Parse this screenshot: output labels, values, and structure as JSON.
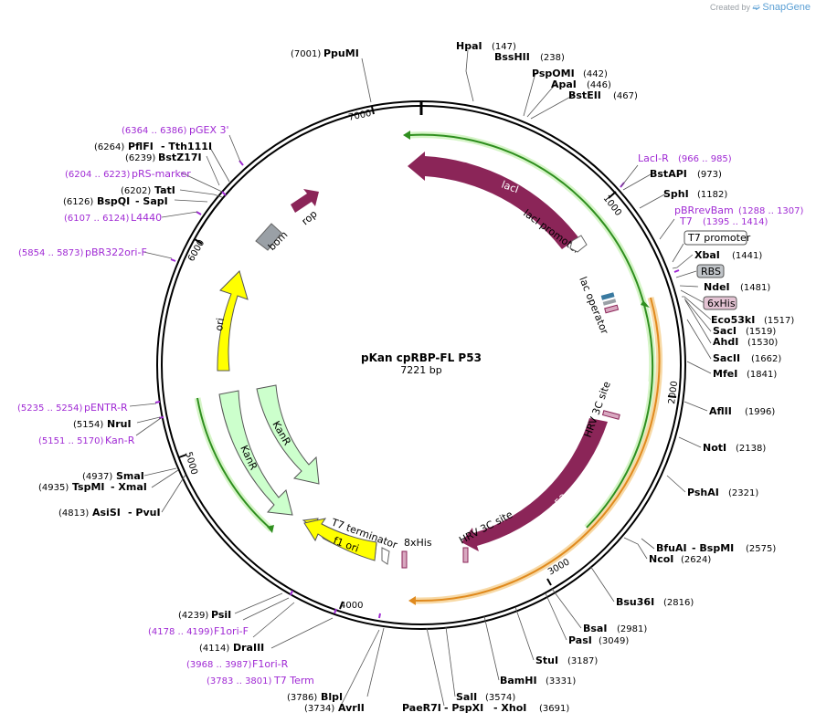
{
  "brand": {
    "created_by": "Created by",
    "app": "SnapGene"
  },
  "plasmid": {
    "name": "pKan cpRBP-FL P53",
    "size": "7221 bp"
  },
  "ticks": [
    "1000",
    "2000",
    "3000",
    "4000",
    "5000",
    "6000",
    "7000"
  ],
  "enzymes": {
    "ppumi": {
      "name": "PpuMI",
      "pos": "(7001)"
    },
    "hpai": {
      "name": "HpaI",
      "pos": "(147)"
    },
    "bsshii": {
      "name": "BssHII",
      "pos": "(238)"
    },
    "pspomi": {
      "name": "PspOMI",
      "pos": "(442)"
    },
    "apai": {
      "name": "ApaI",
      "pos": "(446)"
    },
    "bsteii": {
      "name": "BstEII",
      "pos": "(467)"
    },
    "bstapi": {
      "name": "BstAPI",
      "pos": "(973)"
    },
    "sphi": {
      "name": "SphI",
      "pos": "(1182)"
    },
    "xbai": {
      "name": "XbaI",
      "pos": "(1441)"
    },
    "ndei": {
      "name": "NdeI",
      "pos": "(1481)"
    },
    "eco53ki": {
      "name": "Eco53kI",
      "pos": "(1517)"
    },
    "saci": {
      "name": "SacI",
      "pos": "(1519)"
    },
    "ahdi": {
      "name": "AhdI",
      "pos": "(1530)"
    },
    "sacii": {
      "name": "SacII",
      "pos": "(1662)"
    },
    "mfei": {
      "name": "MfeI",
      "pos": "(1841)"
    },
    "aflii": {
      "name": "AflII",
      "pos": "(1996)"
    },
    "noti": {
      "name": "NotI",
      "pos": "(2138)"
    },
    "pshai": {
      "name": "PshAI",
      "pos": "(2321)"
    },
    "bfuai": {
      "name": "BfuAI",
      "name2": "- BspMI",
      "pos": "(2575)"
    },
    "ncoi": {
      "name": "NcoI",
      "pos": "(2624)"
    },
    "bsu36i": {
      "name": "Bsu36I",
      "pos": "(2816)"
    },
    "bsai": {
      "name": "BsaI",
      "pos": "(2981)"
    },
    "pasi": {
      "name": "PasI",
      "pos": "(3049)"
    },
    "stui": {
      "name": "StuI",
      "pos": "(3187)"
    },
    "bamhi": {
      "name": "BamHI",
      "pos": "(3331)"
    },
    "sali": {
      "name": "SalI",
      "pos": "(3574)"
    },
    "paer7i": {
      "name": "PaeR7I",
      "name2": "- PspXI",
      "name3": "- XhoI",
      "pos": "(3691)"
    },
    "blpi": {
      "name": "BlpI",
      "pos": "(3786)"
    },
    "avrii": {
      "name": "AvrII",
      "pos": "(3734)"
    },
    "draiii": {
      "name": "DraIII",
      "pos": "(4114)"
    },
    "psii": {
      "name": "PsiI",
      "pos": "(4239)"
    },
    "asisi": {
      "name": "AsiSI",
      "name2": "- PvuI",
      "pos": "(4813)"
    },
    "smai": {
      "name": "SmaI",
      "pos": "(4937)"
    },
    "tspmi": {
      "name": "TspMI",
      "name2": "- XmaI",
      "pos": "(4935)"
    },
    "nrui": {
      "name": "NruI",
      "pos": "(5154)"
    },
    "bspqi": {
      "name": "BspQI",
      "name2": "- SapI",
      "pos": "(6126)"
    },
    "tati": {
      "name": "TatI",
      "pos": "(6202)"
    },
    "bstz17i": {
      "name": "BstZ17I",
      "pos": "(6239)"
    },
    "pflfi": {
      "name": "PflFI",
      "name2": "- Tth111I",
      "pos": "(6264)"
    }
  },
  "primers": {
    "laci_r": {
      "name": "LacI-R",
      "pos": "(966 .. 985)"
    },
    "pbrrevbam": {
      "name": "pBRrevBam",
      "pos": "(1288 .. 1307)"
    },
    "t7": {
      "name": "T7",
      "pos": "(1395 .. 1414)"
    },
    "pgex3": {
      "name": "pGEX 3'",
      "pos": "(6364 .. 6386)"
    },
    "prs_marker": {
      "name": "pRS-marker",
      "pos": "(6204 .. 6223)"
    },
    "l4440": {
      "name": "L4440",
      "pos": "(6107 .. 6124)"
    },
    "pbr322ori_f": {
      "name": "pBR322ori-F",
      "pos": "(5854 .. 5873)"
    },
    "pentr_r": {
      "name": "pENTR-R",
      "pos": "(5235 .. 5254)"
    },
    "kan_r": {
      "name": "Kan-R",
      "pos": "(5151 .. 5170)"
    },
    "f1ori_f": {
      "name": "F1ori-F",
      "pos": "(4178 .. 4199)"
    },
    "f1ori_r": {
      "name": "F1ori-R",
      "pos": "(3968 .. 3987)"
    },
    "t7term": {
      "name": "T7 Term",
      "pos": "(3783 .. 3801)"
    }
  },
  "boxed_features": {
    "t7_promoter": "T7 promoter",
    "rbs": "RBS",
    "his6": "6xHis"
  },
  "features": {
    "laci": "lacI",
    "laci_promoter": "lacI promoter",
    "lac_operator": "lac operator",
    "rop": "rop",
    "bom": "bom",
    "ori": "ori",
    "kanr1": "KanR",
    "kanr2": "KanR",
    "hrv_site_1": "HRV 3C site",
    "hrv_site_2": "HRV 3C site",
    "p53": "p53",
    "t7_terminator": "T7 terminator",
    "f1_ori": "f1 ori",
    "his8": "8xHis"
  },
  "colors": {
    "backbone": "#000000",
    "cds_purple": "#8b2558",
    "ori_yellow": "#ffff00",
    "kanr_green": "#ccffcc",
    "primer_purple": "#a02ad4",
    "orf_green": "#2f8f1f",
    "orf_orange": "#e08a1e",
    "rop_purple": "#8b2558",
    "bom_gray": "#9aa0a6"
  }
}
